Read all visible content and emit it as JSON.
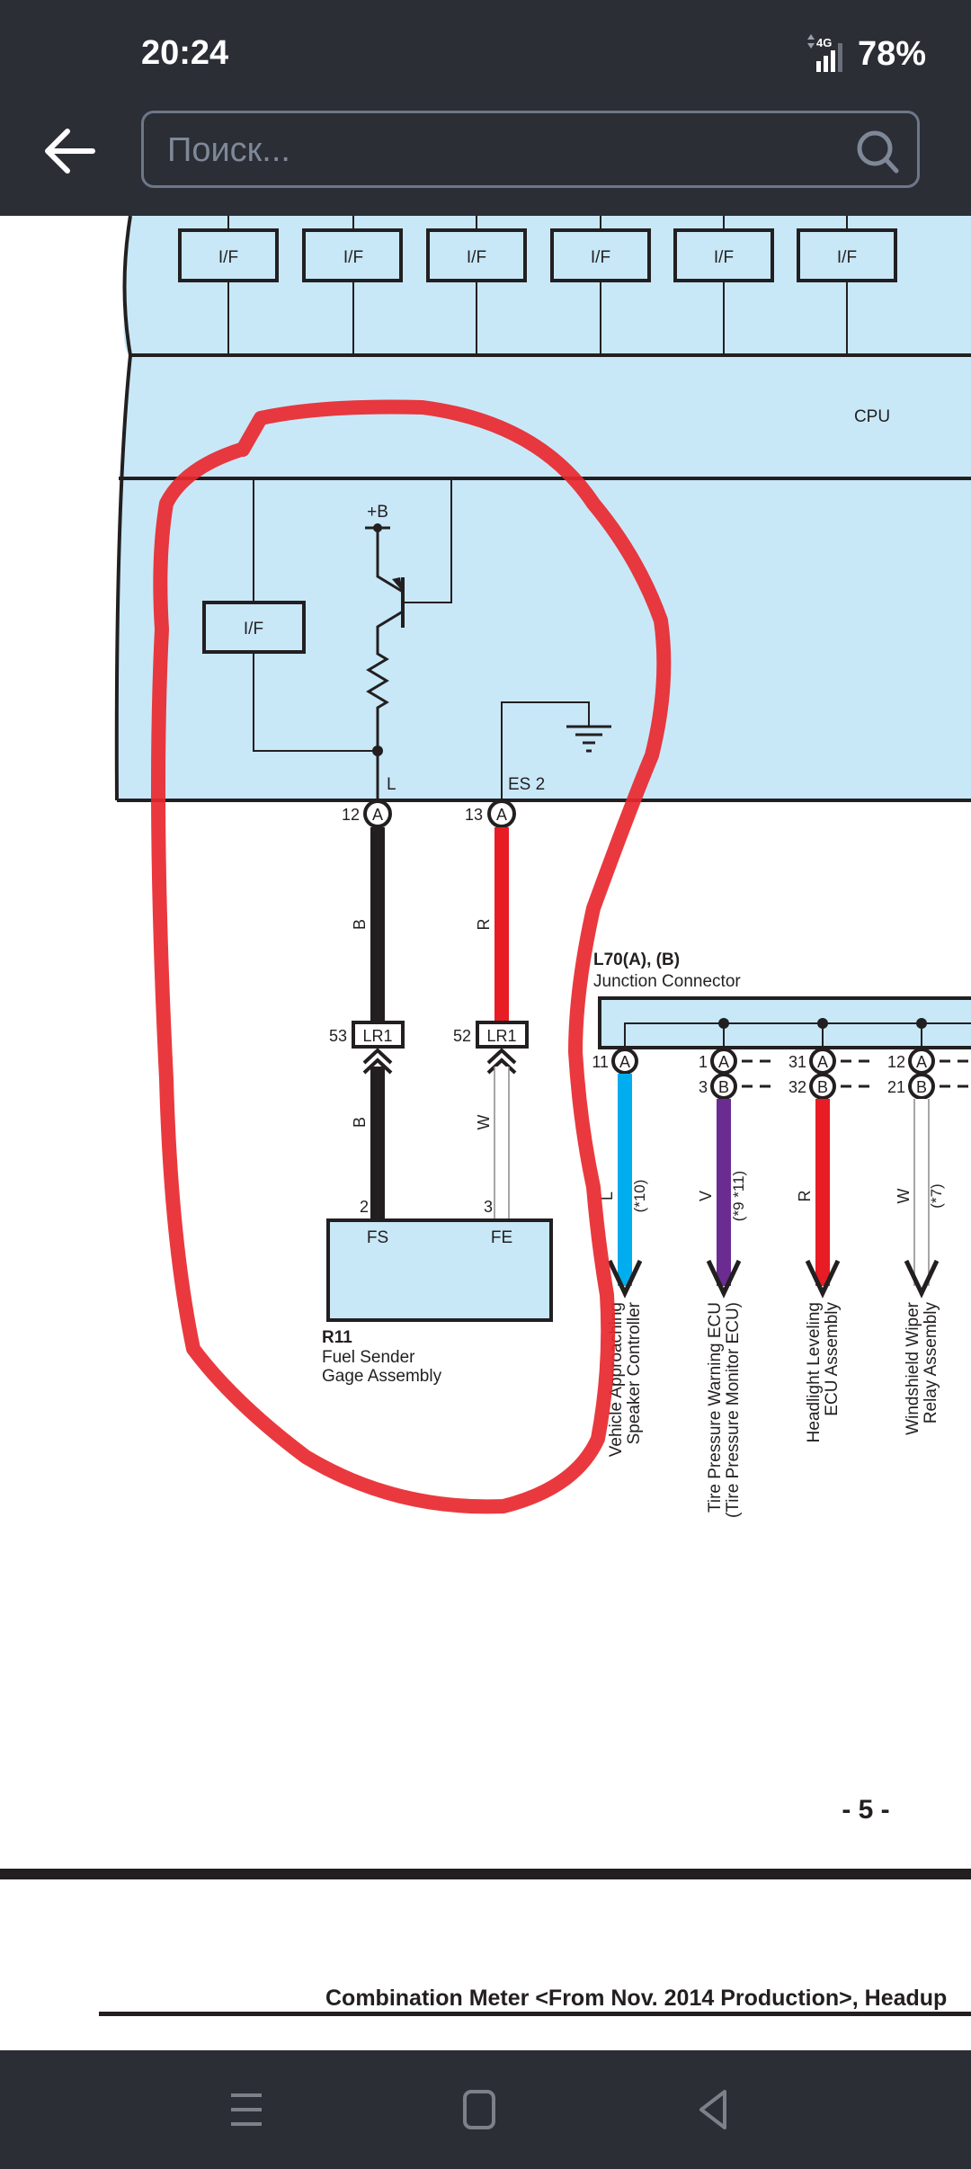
{
  "status_bar": {
    "time": "20:24",
    "network": "4G",
    "battery": "78%"
  },
  "toolbar": {
    "search_placeholder": "Поиск...",
    "back_icon": "arrow-left-icon",
    "search_icon": "search-icon"
  },
  "diagram": {
    "top_if_boxes": [
      "I/F",
      "I/F",
      "I/F",
      "I/F",
      "I/F",
      "I/F"
    ],
    "cpu_label": "CPU",
    "inner_if_label": "I/F",
    "plus_b_label": "+B",
    "terminal_l_label": "L",
    "terminal_es2_label": "ES 2",
    "connector_left": {
      "pin": "12",
      "letter": "A"
    },
    "connector_right": {
      "pin": "13",
      "letter": "A"
    },
    "wire_left_upper_color": "B",
    "wire_right_upper_color": "R",
    "lr1_left": {
      "pin": "53",
      "label": "LR1"
    },
    "lr1_right": {
      "pin": "52",
      "label": "LR1"
    },
    "wire_left_lower_color": "B",
    "wire_right_lower_color": "W",
    "sender_pin_left": "2",
    "sender_pin_right": "3",
    "sender_terminal_left": "FS",
    "sender_terminal_right": "FE",
    "sender_code": "R11",
    "sender_name_line1": "Fuel Sender",
    "sender_name_line2": "Gage Assembly",
    "junction_code": "L70(A), (B)",
    "junction_name": "Junction Connector",
    "junction_pins": [
      {
        "a_pin": "11",
        "b_pin": "",
        "wire": "L",
        "note": "(*10)",
        "color": "#00aeef",
        "dest_line1": "Vehicle Approaching",
        "dest_line2": "Speaker Controller"
      },
      {
        "a_pin": "1",
        "b_pin": "3",
        "wire": "V",
        "note": "(*9 *11)",
        "color": "#6a2c91",
        "dest_line1": "Tire Pressure Warning ECU",
        "dest_line2": "(Tire Pressure Monitor ECU)"
      },
      {
        "a_pin": "31",
        "b_pin": "32",
        "wire": "R",
        "note": "",
        "color": "#e81c24",
        "dest_line1": "Headlight Leveling",
        "dest_line2": "ECU Assembly"
      },
      {
        "a_pin": "12",
        "b_pin": "21",
        "wire": "W",
        "note": "(*7)",
        "color": "#ffffff",
        "dest_line1": "Windshield Wiper",
        "dest_line2": "Relay Assembly"
      }
    ],
    "circle_a": "A",
    "circle_b": "B",
    "page_number": "- 5 -",
    "footer_title": "Combination Meter <From Nov. 2014 Production>, Headup"
  },
  "colors": {
    "module_fill": "#c8e8f8",
    "wire_black": "#231f20",
    "wire_red": "#e81c24",
    "wire_blue": "#00aeef",
    "wire_violet": "#6a2c91",
    "annotation_red": "#e8282e",
    "chrome": "#2b2e35"
  },
  "navbar": {
    "recents_icon": "recents-icon",
    "home_icon": "home-icon",
    "back_icon": "back-triangle-icon"
  }
}
